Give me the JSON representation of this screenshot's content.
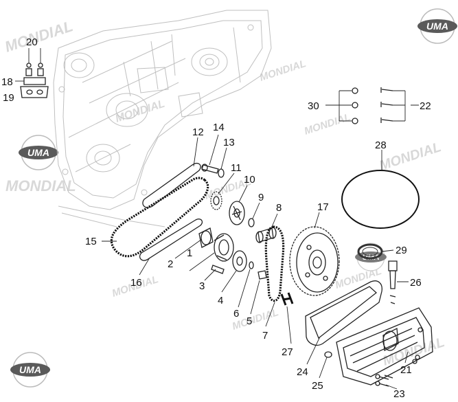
{
  "watermarks": {
    "brand_text": "MONDIAL",
    "logo_text": "UMA"
  },
  "colors": {
    "ink": "#111111",
    "sketch": "#bfbfbf",
    "watermark": "#d8d8d8",
    "logo_fill": "#5a5a5a"
  },
  "callouts": [
    {
      "id": "1",
      "text": "1"
    },
    {
      "id": "2",
      "text": "2"
    },
    {
      "id": "3",
      "text": "3"
    },
    {
      "id": "4",
      "text": "4"
    },
    {
      "id": "5",
      "text": "5"
    },
    {
      "id": "6",
      "text": "6"
    },
    {
      "id": "7",
      "text": "7"
    },
    {
      "id": "8",
      "text": "8"
    },
    {
      "id": "9",
      "text": "9"
    },
    {
      "id": "10",
      "text": "10"
    },
    {
      "id": "11",
      "text": "11"
    },
    {
      "id": "12",
      "text": "12"
    },
    {
      "id": "13",
      "text": "13"
    },
    {
      "id": "14",
      "text": "14"
    },
    {
      "id": "15",
      "text": "15"
    },
    {
      "id": "16",
      "text": "16"
    },
    {
      "id": "17",
      "text": "17"
    },
    {
      "id": "18",
      "text": "18"
    },
    {
      "id": "19",
      "text": "19"
    },
    {
      "id": "20",
      "text": "20"
    },
    {
      "id": "21",
      "text": "21"
    },
    {
      "id": "22",
      "text": "22"
    },
    {
      "id": "23",
      "text": "23"
    },
    {
      "id": "24",
      "text": "24"
    },
    {
      "id": "25",
      "text": "25"
    },
    {
      "id": "26",
      "text": "26"
    },
    {
      "id": "27",
      "text": "27"
    },
    {
      "id": "28",
      "text": "28"
    },
    {
      "id": "29",
      "text": "29"
    },
    {
      "id": "30",
      "text": "30"
    }
  ]
}
